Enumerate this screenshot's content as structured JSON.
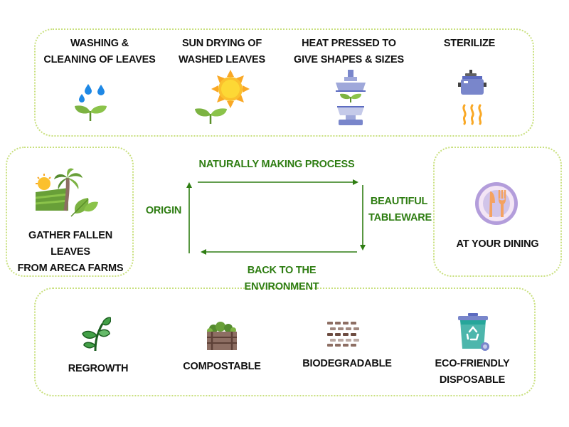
{
  "colors": {
    "panel_border": "#c9e07e",
    "flow_text": "#2e7d12",
    "arrow": "#2e7d12",
    "label_text": "#111111"
  },
  "process_steps": [
    {
      "lines": [
        "WASHING &",
        "CLEANING OF LEAVES"
      ],
      "icon": "water-drops-leaves-icon"
    },
    {
      "lines": [
        "SUN DRYING OF",
        "WASHED LEAVES"
      ],
      "icon": "sun-leaves-icon"
    },
    {
      "lines": [
        "HEAT PRESSED TO",
        "GIVE SHAPES & SIZES"
      ],
      "icon": "heat-press-icon"
    },
    {
      "lines": [
        "STERILIZE"
      ],
      "icon": "steam-sterilizer-icon"
    }
  ],
  "origin_box": {
    "lines": [
      "GATHER FALLEN LEAVES",
      "FROM ARECA FARMS"
    ],
    "icon": "areca-farm-icon"
  },
  "dining_box": {
    "lines": [
      "AT YOUR DINING"
    ],
    "icon": "plate-cutlery-icon"
  },
  "cycle": {
    "top": "NATURALLY MAKING PROCESS",
    "left": "ORIGIN",
    "right": [
      "BEAUTIFUL",
      "TABLEWARE"
    ],
    "bottom": "BACK TO THE ENVIRONMENT"
  },
  "benefits": [
    {
      "lines": [
        "REGROWTH"
      ],
      "icon": "sprout-icon"
    },
    {
      "lines": [
        "COMPOSTABLE"
      ],
      "icon": "compost-bin-icon"
    },
    {
      "lines": [
        "BIODEGRADABLE"
      ],
      "icon": "soil-layers-icon"
    },
    {
      "lines": [
        "ECO-FRIENDLY",
        "DISPOSABLE"
      ],
      "icon": "recycle-bin-icon"
    }
  ]
}
